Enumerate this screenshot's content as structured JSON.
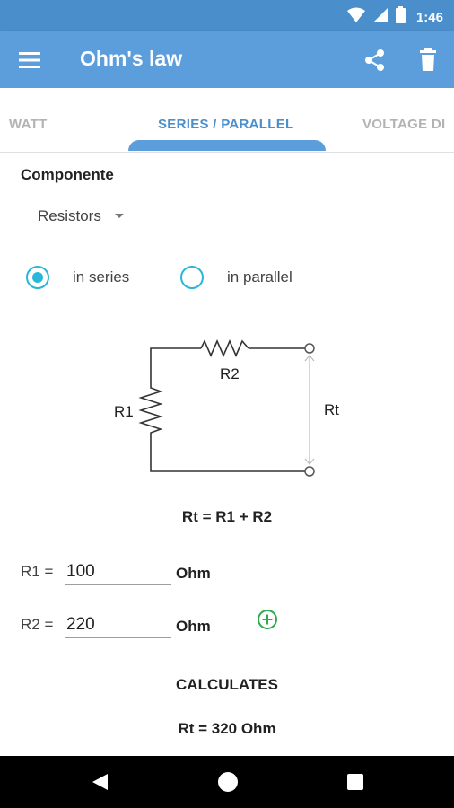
{
  "status_bar": {
    "time": "1:46"
  },
  "app_bar": {
    "title": "Ohm's law",
    "icons": {
      "menu": "menu-icon",
      "share": "share-icon",
      "delete": "trash-icon"
    }
  },
  "tabs": [
    {
      "label": "WATT",
      "selected": false
    },
    {
      "label": "SERIES / PARALLEL",
      "selected": true
    },
    {
      "label": "VOLTAGE DI",
      "selected": false
    }
  ],
  "component": {
    "label": "Componente",
    "selected": "Resistors"
  },
  "mode": {
    "options": [
      {
        "label": "in series",
        "selected": true
      },
      {
        "label": "in parallel",
        "selected": false
      }
    ]
  },
  "circuit": {
    "labels": {
      "r1": "R1",
      "r2": "R2",
      "rt": "Rt"
    }
  },
  "formula": "Rt = R1 + R2",
  "inputs": [
    {
      "label": "R1 =",
      "value": "100",
      "unit": "Ohm"
    },
    {
      "label": "R2 =",
      "value": "220",
      "unit": "Ohm"
    }
  ],
  "calculate_label": "CALCULATES",
  "result": "Rt = 320 Ohm",
  "colors": {
    "status_bar": "#4a8fcc",
    "app_bar": "#5b9edb",
    "tab_active": "#4a8fcc",
    "radio": "#29b6d8",
    "add": "#2fa84f"
  }
}
